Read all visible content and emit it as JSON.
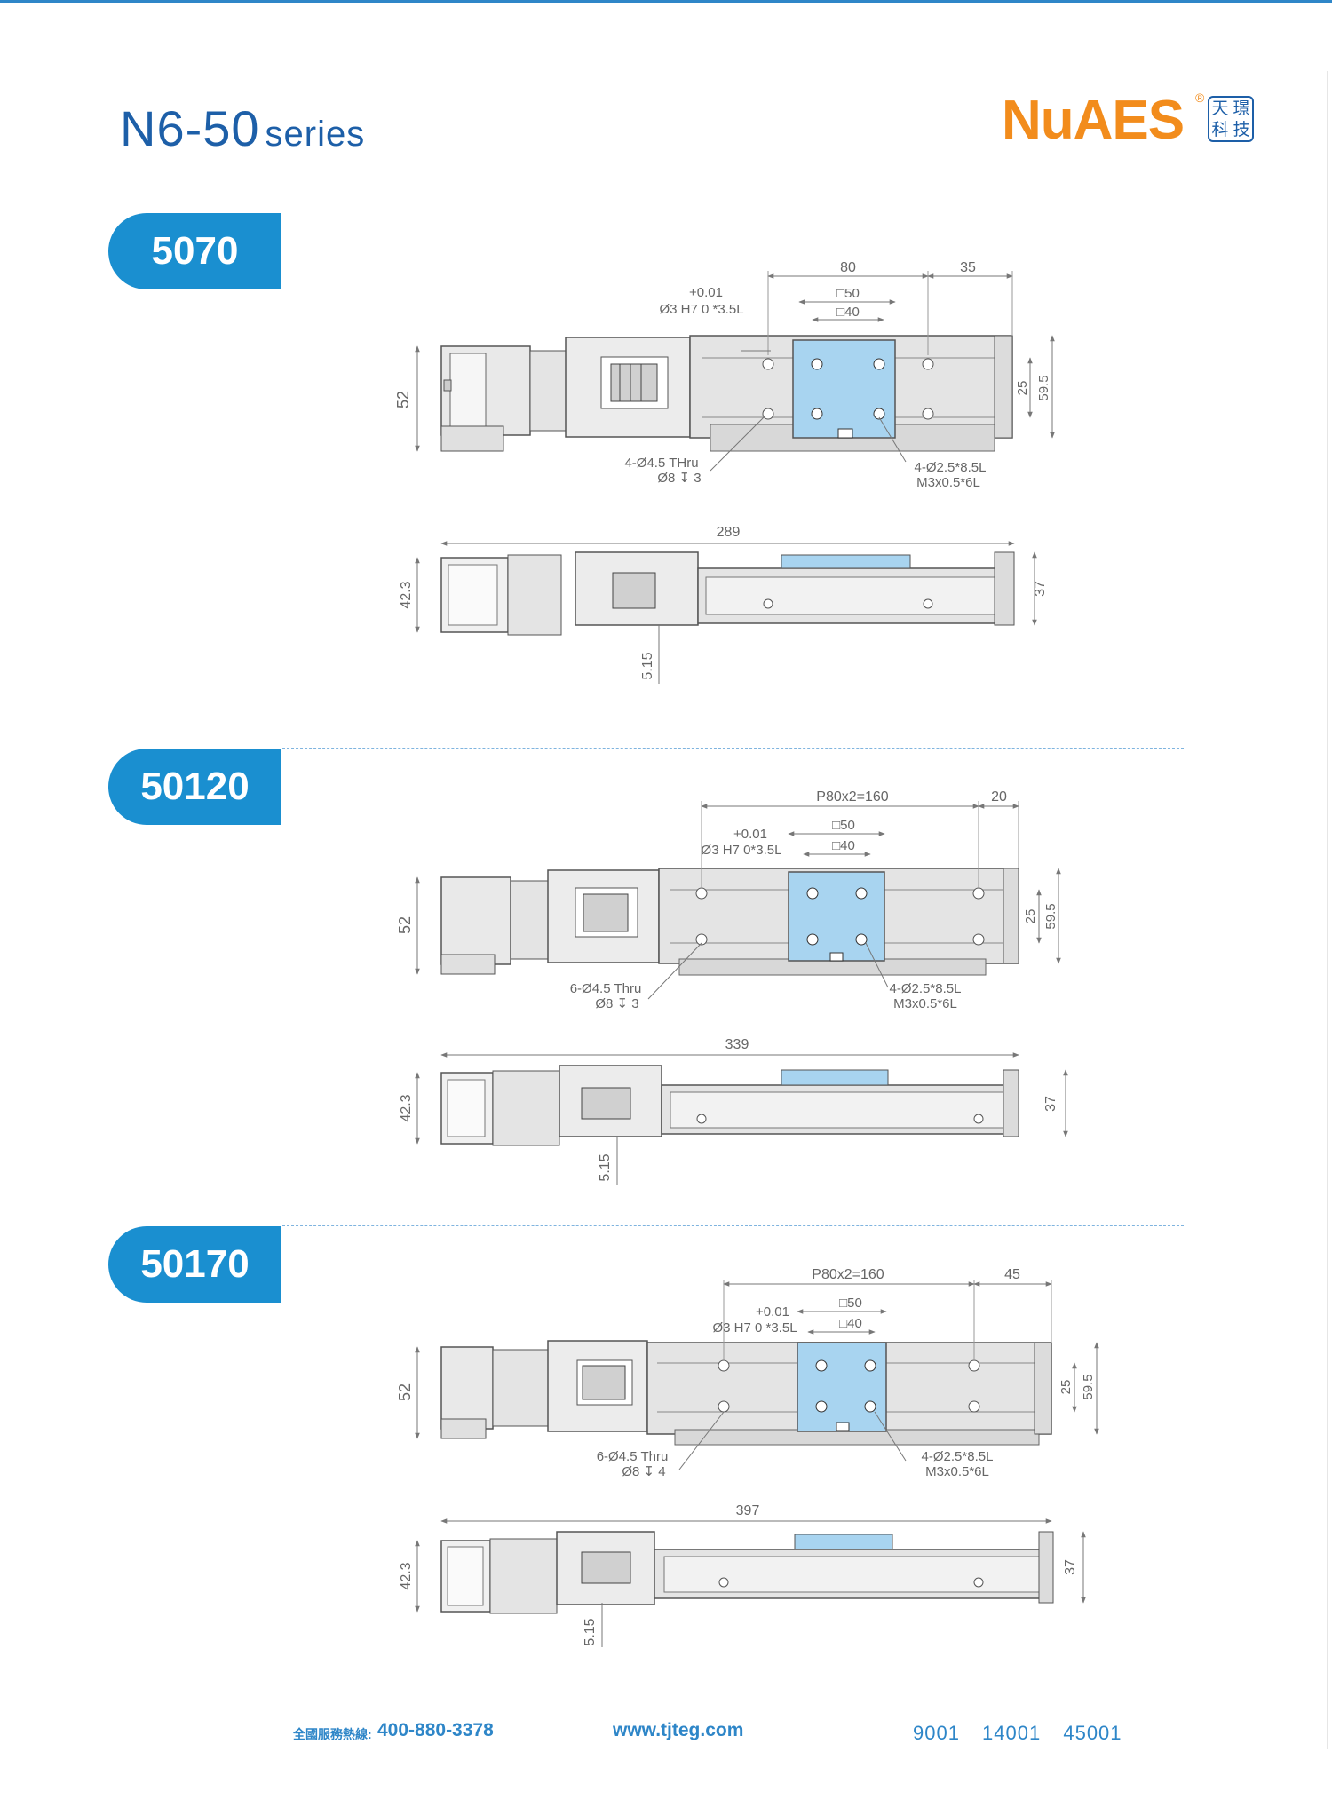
{
  "header": {
    "title_main": "N6-50",
    "title_sub": "series",
    "logo_text": "NuAES",
    "logo_reg": "®",
    "logo_seal": [
      "天",
      "璟",
      "科",
      "技"
    ]
  },
  "colors": {
    "brand_blue": "#1a8fd0",
    "title_blue": "#1d5fa8",
    "logo_orange": "#f28c1c",
    "carriage_blue": "#a8d4f0",
    "body_gray": "#e4e4e4"
  },
  "sections": [
    {
      "model": "5070",
      "top_view": {
        "pitch": "80",
        "end_offset": "35",
        "pin_tol": "+0.01",
        "pin_spec": "Ø3 H7  0 *3.5L",
        "sq_outer": "□50",
        "sq_inner": "□40",
        "motor_height": "52",
        "h_inner": "25",
        "h_outer": "59.5",
        "thru_holes": "4-Ø4.5 THru",
        "cbore": "Ø8 ↧ 3",
        "tap_holes": "4-Ø2.5*8.5L",
        "tap_spec": "M3x0.5*6L"
      },
      "side_view": {
        "length": "289",
        "motor_side": "42.3",
        "height": "37",
        "offset": "5.15"
      }
    },
    {
      "model": "50120",
      "top_view": {
        "pitch": "P80x2=160",
        "end_offset": "20",
        "pin_tol": "+0.01",
        "pin_spec": "Ø3 H7 0*3.5L",
        "sq_outer": "□50",
        "sq_inner": "□40",
        "motor_height": "52",
        "h_inner": "25",
        "h_outer": "59.5",
        "thru_holes": "6-Ø4.5 Thru",
        "cbore": "Ø8 ↧ 3",
        "tap_holes": "4-Ø2.5*8.5L",
        "tap_spec": "M3x0.5*6L"
      },
      "side_view": {
        "length": "339",
        "motor_side": "42.3",
        "height": "37",
        "offset": "5.15"
      }
    },
    {
      "model": "50170",
      "top_view": {
        "pitch": "P80x2=160",
        "end_offset": "45",
        "pin_tol": "+0.01",
        "pin_spec": "Ø3 H7 0 *3.5L",
        "sq_outer": "□50",
        "sq_inner": "□40",
        "motor_height": "52",
        "h_inner": "25",
        "h_outer": "59.5",
        "thru_holes": "6-Ø4.5 Thru",
        "cbore": "Ø8 ↧ 4",
        "tap_holes": "4-Ø2.5*8.5L",
        "tap_spec": "M3x0.5*6L"
      },
      "side_view": {
        "length": "397",
        "motor_side": "42.3",
        "height": "37",
        "offset": "5.15"
      }
    }
  ],
  "footer": {
    "hotline_label": "全國服務熱線:",
    "hotline_number": "400-880-3378",
    "website": "www.tjteg.com",
    "iso": "9001 14001 45001"
  }
}
